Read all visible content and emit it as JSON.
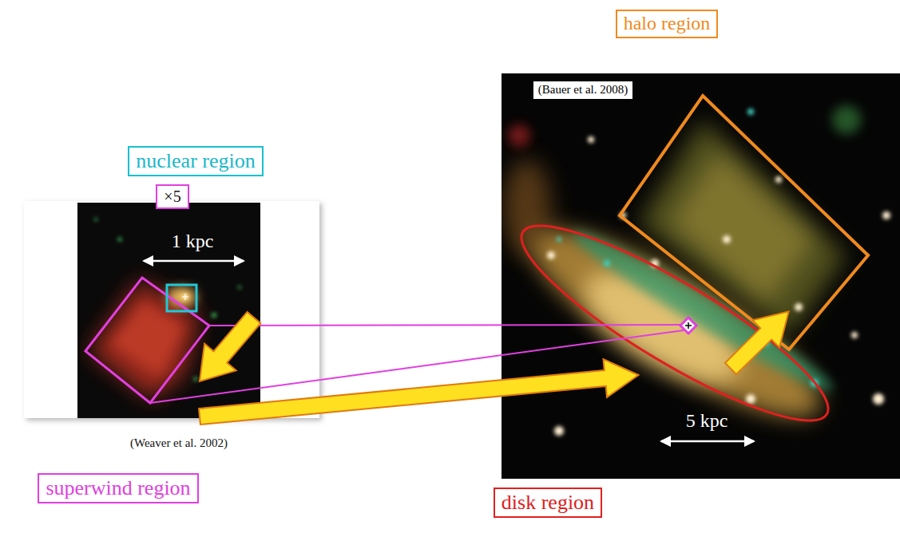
{
  "diagram": {
    "nodes": [
      {
        "text": [
          "halo region"
        ]
      },
      {
        "text": [
          "nuclear region"
        ]
      },
      {
        "text": [
          "×5"
        ]
      },
      {
        "text": [
          "(Bauer et al. 2008)"
        ]
      },
      {
        "text": [
          "superwind region"
        ]
      },
      {
        "text": [
          "disk region"
        ]
      }
    ],
    "labels": [
      "1 kpc",
      "(Weaver et al. 2002)",
      "5 kpc"
    ]
  }
}
